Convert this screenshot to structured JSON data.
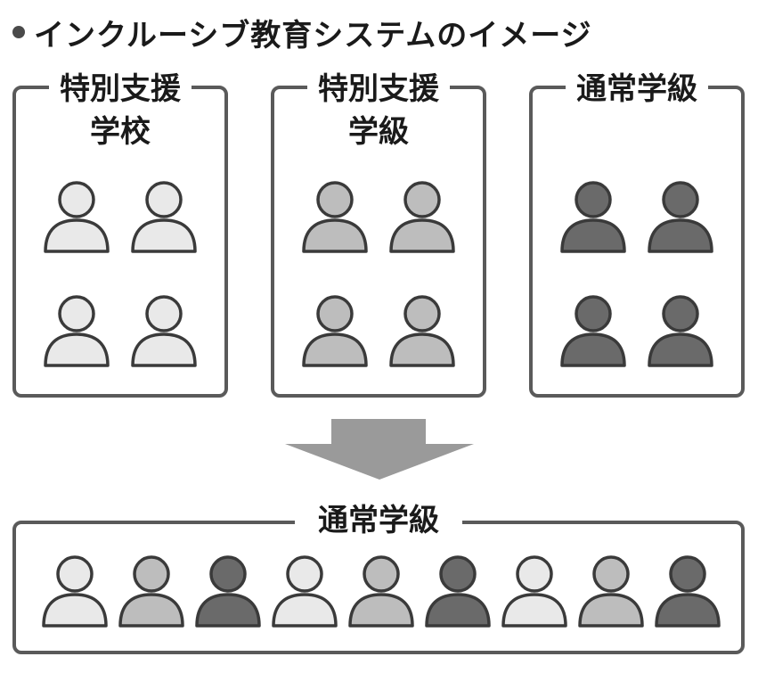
{
  "title": "インクルーシブ教育システムのイメージ",
  "colors": {
    "light": "#e9e9e9",
    "medium": "#bdbdbd",
    "dark": "#6a6a6a",
    "stroke": "#3a3a3a",
    "border": "#5a5a5a",
    "arrow": "#9a9a9a"
  },
  "groups": [
    {
      "label_line1": "特別支援",
      "label_line2": "学校",
      "shade": "light"
    },
    {
      "label_line1": "特別支援",
      "label_line2": "学級",
      "shade": "medium"
    },
    {
      "label_line1": "通常学級",
      "label_line2": "",
      "shade": "dark"
    }
  ],
  "arrow_icon": "arrow-down-icon",
  "merged": {
    "label": "通常学級",
    "shades": [
      "light",
      "medium",
      "dark",
      "light",
      "medium",
      "dark",
      "light",
      "medium",
      "dark"
    ]
  }
}
